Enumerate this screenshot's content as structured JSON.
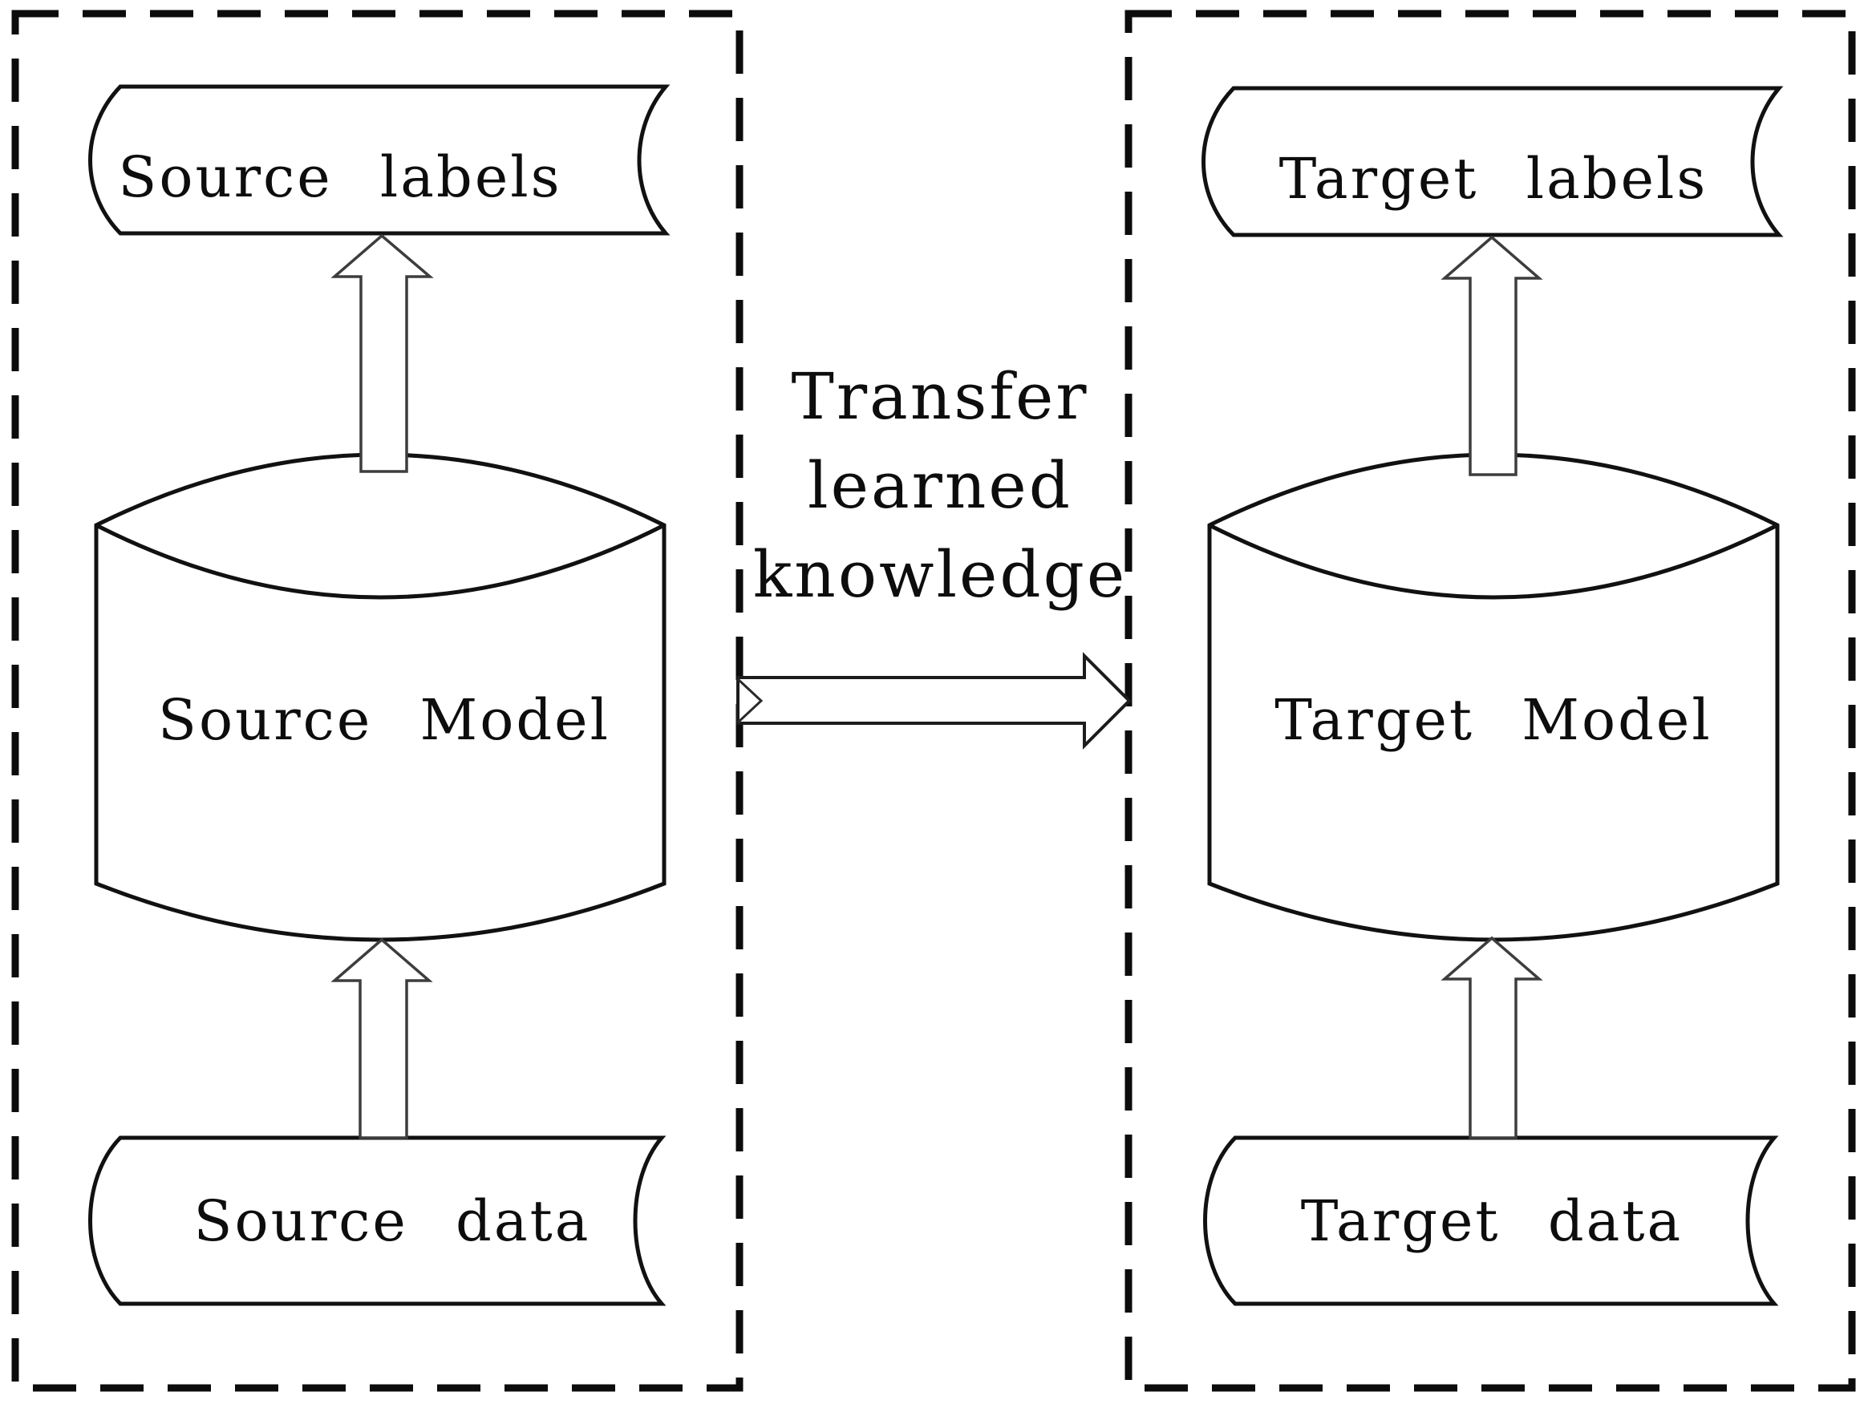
{
  "diagram": {
    "title_hint": "transfer learning flow",
    "source_panel": {
      "labels_text": "Source labels",
      "model_text": "Source Model",
      "data_text": "Source data"
    },
    "target_panel": {
      "labels_text": "Target labels",
      "model_text": "Target Model",
      "data_text": "Target data"
    },
    "transfer_arrow": {
      "line1": "Transfer",
      "line2": "learned",
      "line3": "knowledge"
    },
    "colors": {
      "line": "#111111",
      "background": "#ffffff"
    }
  }
}
